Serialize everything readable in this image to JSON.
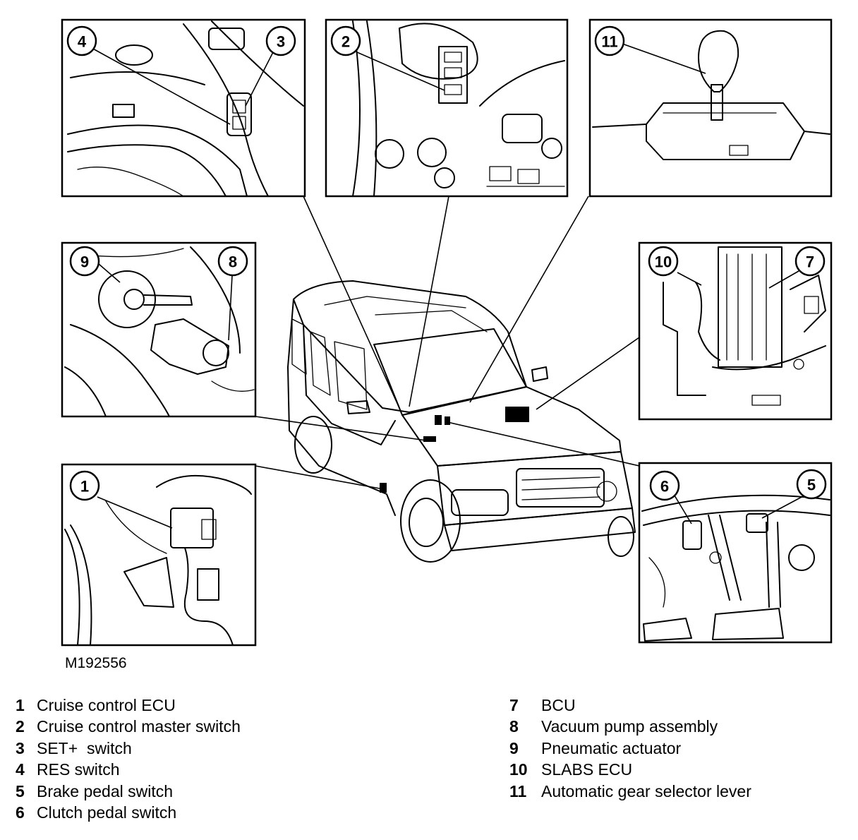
{
  "figure_id": "M192556",
  "callouts": [
    "1",
    "2",
    "3",
    "4",
    "5",
    "6",
    "7",
    "8",
    "9",
    "10",
    "11"
  ],
  "legend": [
    {
      "num": "1",
      "text": "Cruise control ECU"
    },
    {
      "num": "2",
      "text": "Cruise control master switch"
    },
    {
      "num": "3",
      "text": "SET+  switch"
    },
    {
      "num": "4",
      "text": "RES switch"
    },
    {
      "num": "5",
      "text": "Brake pedal switch"
    },
    {
      "num": "6",
      "text": "Clutch pedal switch"
    },
    {
      "num": "7",
      "text": "BCU"
    },
    {
      "num": "8",
      "text": "Vacuum pump assembly"
    },
    {
      "num": "9",
      "text": "Pneumatic actuator"
    },
    {
      "num": "10",
      "text": "SLABS ECU"
    },
    {
      "num": "11",
      "text": "Automatic gear selector lever"
    }
  ]
}
